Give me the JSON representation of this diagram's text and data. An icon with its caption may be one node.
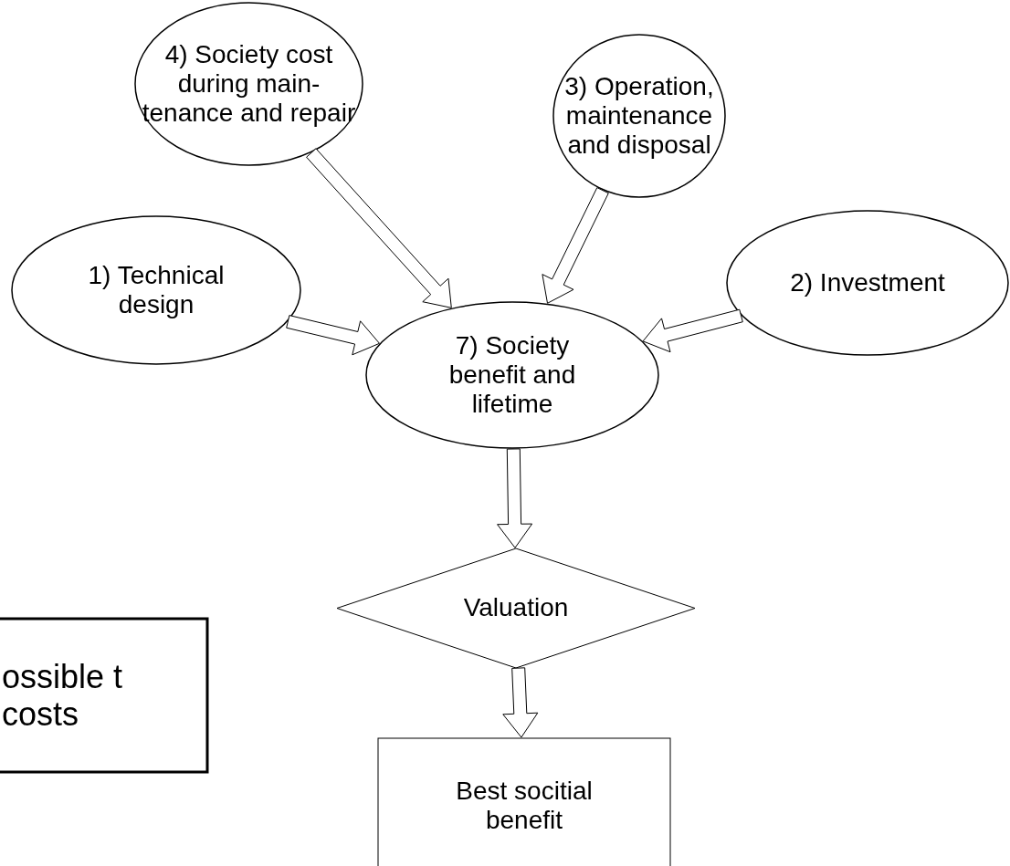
{
  "diagram": {
    "nodes": [
      {
        "text": [
          "4) Society cost during main- tenance and repair"
        ]
      },
      {
        "text": [
          "3) Operation, maintenance and disposal"
        ]
      },
      {
        "text": [
          "1) Technical design"
        ]
      },
      {
        "text": [
          "2) Investment"
        ]
      },
      {
        "text": [
          "7) Society benefit and lifetime"
        ]
      },
      {
        "text": [
          "Valuation"
        ]
      },
      {
        "text": [
          "Best socitial benefit"
        ]
      },
      {
        "text": [
          "ossible t costs"
        ]
      }
    ],
    "edges": [
      {
        "from": 0,
        "to": 4,
        "arrow": "to"
      },
      {
        "from": 1,
        "to": 4,
        "arrow": "to"
      },
      {
        "from": 2,
        "to": 4,
        "arrow": "to"
      },
      {
        "from": 3,
        "to": 4,
        "arrow": "to"
      },
      {
        "from": 4,
        "to": 5,
        "arrow": "to"
      },
      {
        "from": 5,
        "to": 6,
        "arrow": "to"
      }
    ]
  }
}
